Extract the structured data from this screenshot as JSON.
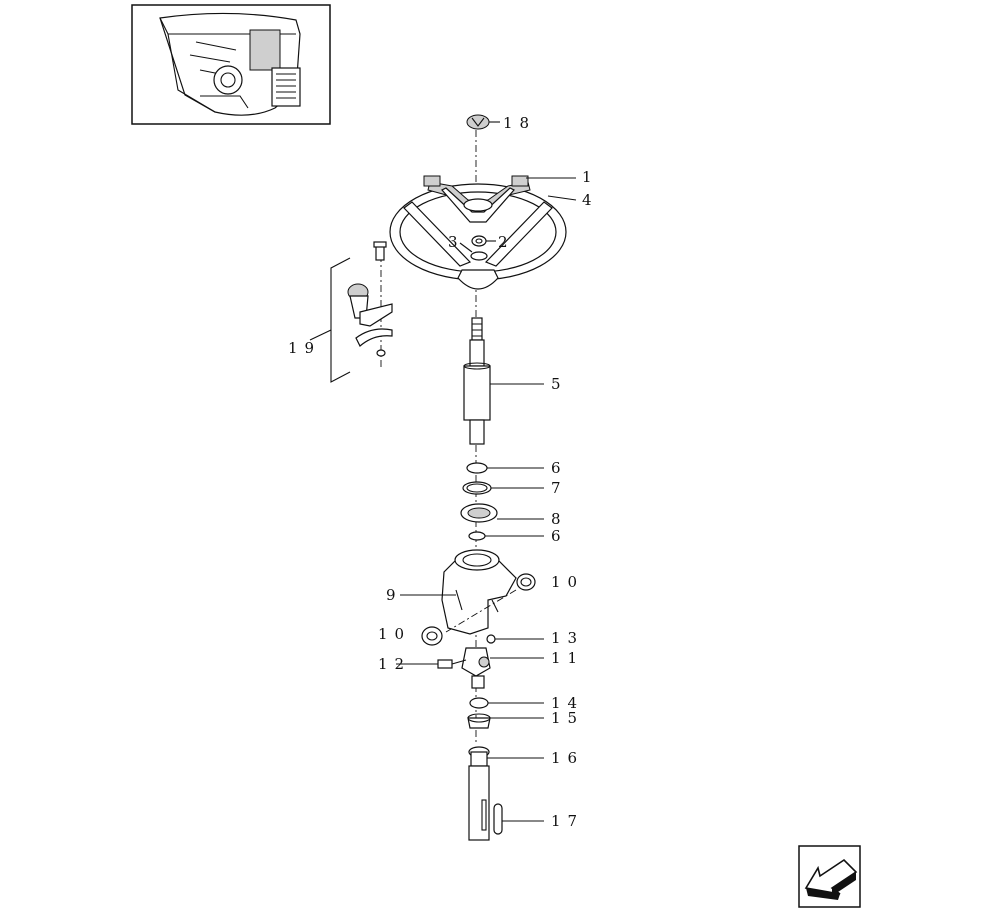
{
  "callouts": [
    {
      "id": "c18",
      "text": "18"
    },
    {
      "id": "c1",
      "text": "1"
    },
    {
      "id": "c4",
      "text": "4"
    },
    {
      "id": "c3",
      "text": "3"
    },
    {
      "id": "c2",
      "text": "2"
    },
    {
      "id": "c19",
      "text": "19"
    },
    {
      "id": "c5",
      "text": "5"
    },
    {
      "id": "c6a",
      "text": "6"
    },
    {
      "id": "c7",
      "text": "7"
    },
    {
      "id": "c8",
      "text": "8"
    },
    {
      "id": "c6b",
      "text": "6"
    },
    {
      "id": "c9",
      "text": "9"
    },
    {
      "id": "c10a",
      "text": "10"
    },
    {
      "id": "c10b",
      "text": "10"
    },
    {
      "id": "c13",
      "text": "13"
    },
    {
      "id": "c11",
      "text": "11"
    },
    {
      "id": "c12",
      "text": "12"
    },
    {
      "id": "c14",
      "text": "14"
    },
    {
      "id": "c15",
      "text": "15"
    },
    {
      "id": "c16",
      "text": "16"
    },
    {
      "id": "c17",
      "text": "17"
    }
  ],
  "icons": {
    "thumbnail": "tractor-cab-thumbnail-icon",
    "navigation": "back-arrow-icon"
  }
}
